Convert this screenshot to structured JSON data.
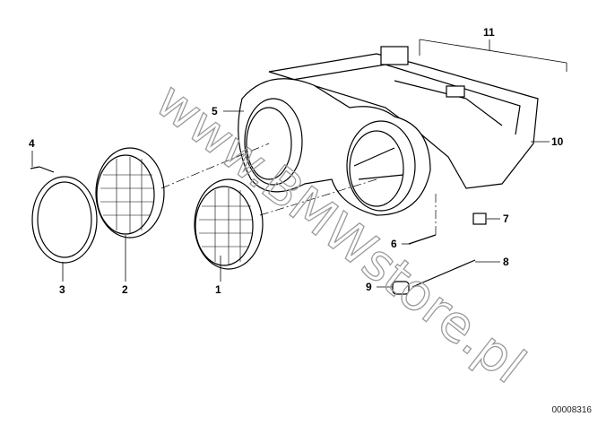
{
  "diagram": {
    "reference_number": "00008316",
    "watermark": "www.BMWstore.pl",
    "callouts": [
      "1",
      "2",
      "3",
      "4",
      "5",
      "6",
      "7",
      "8",
      "9",
      "10",
      "11"
    ]
  }
}
